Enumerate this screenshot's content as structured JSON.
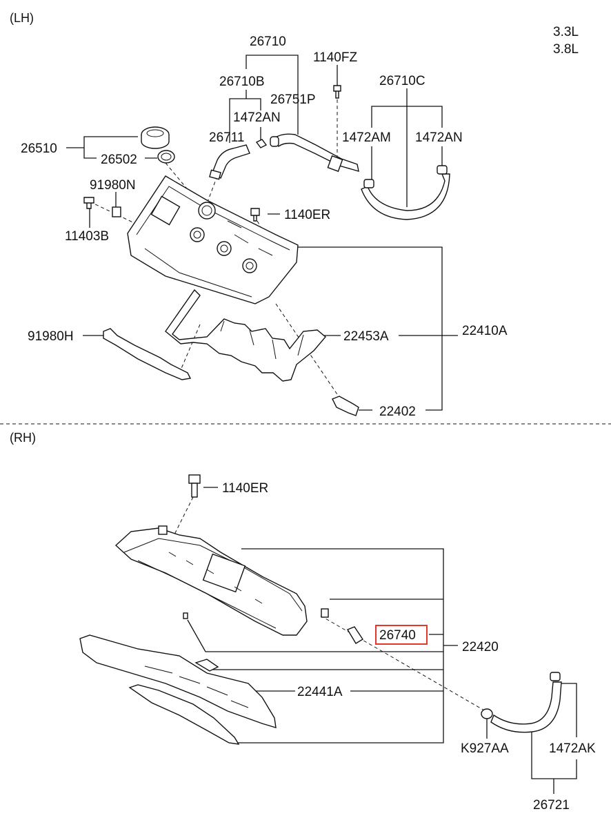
{
  "sections": {
    "lh": "(LH)",
    "rh": "(RH)",
    "engines": [
      "3.3L",
      "3.8L"
    ]
  },
  "lh_parts": {
    "p26710": "26710",
    "p1140FZ": "1140FZ",
    "p26710C": "26710C",
    "p26710B": "26710B",
    "p26751P": "26751P",
    "p1472AN_a": "1472AN",
    "p26711": "26711",
    "p1472AM": "1472AM",
    "p1472AN_b": "1472AN",
    "p26510": "26510",
    "p26502": "26502",
    "p91980N": "91980N",
    "p1140ER": "1140ER",
    "p11403B": "11403B",
    "p91980H": "91980H",
    "p22453A": "22453A",
    "p22410A": "22410A",
    "p22402": "22402"
  },
  "rh_parts": {
    "p1140ER": "1140ER",
    "p26740": "26740",
    "p22420": "22420",
    "p22441A": "22441A",
    "pK927AA": "K927AA",
    "p1472AK": "1472AK",
    "p26721": "26721"
  },
  "highlight": {
    "part": "26740",
    "color": "#e8352b"
  }
}
